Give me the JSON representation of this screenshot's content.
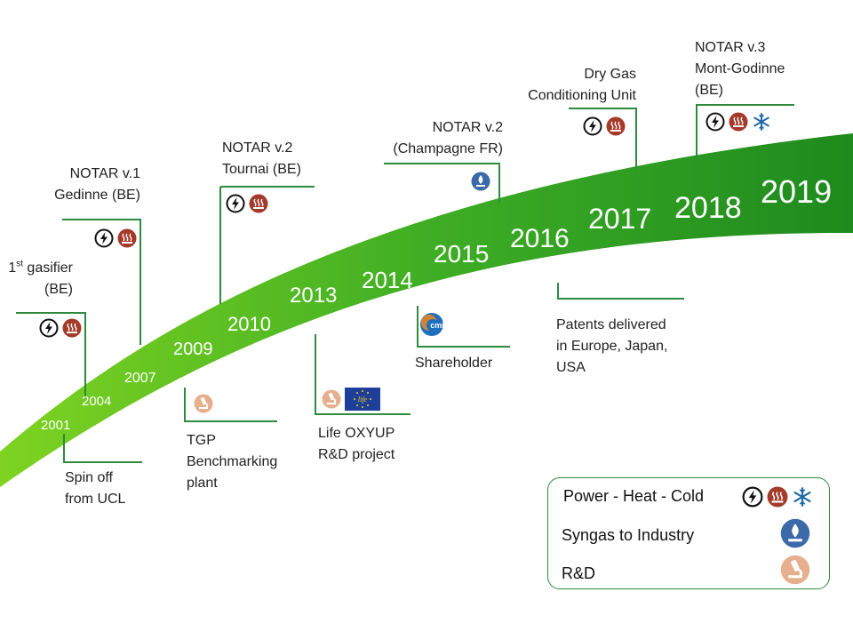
{
  "colors": {
    "arc_start": "#7ed321",
    "arc_end": "#1e8a1e",
    "connector": "#2e8b3e",
    "power": "#111111",
    "heat": "#a33a2a",
    "cold": "#1f6aa5",
    "syngas": "#3c6aa8",
    "rd": "#e6b08e"
  },
  "years": [
    "2001",
    "2004",
    "2007",
    "2009",
    "2010",
    "2013",
    "2014",
    "2015",
    "2016",
    "2017",
    "2018",
    "2019"
  ],
  "milestones": {
    "gasifier": {
      "line1_pre": "1",
      "line1_sup": "st",
      "line1_post": " gasifier",
      "line2": "(BE)"
    },
    "notar_v1": {
      "line1": "NOTAR v.1",
      "line2": "Gedinne (BE)"
    },
    "notar_v2_tournai": {
      "line1": "NOTAR v.2",
      "line2": "Tournai (BE)"
    },
    "notar_v2_champagne": {
      "line1": "NOTAR v.2",
      "line2": "(Champagne FR)"
    },
    "dry_gas": {
      "line1": "Dry Gas",
      "line2": "Conditioning Unit"
    },
    "notar_v3": {
      "line1": "NOTAR v.3",
      "line2": "Mont-Godinne",
      "line3": "(BE)"
    },
    "spin_off": {
      "line1": "Spin off",
      "line2": "from UCL"
    },
    "tgp": {
      "line1": "TGP",
      "line2": "Benchmarking",
      "line3": "plant"
    },
    "life_oxyup": {
      "line1": "Life OXYUP",
      "line2": "R&D project"
    },
    "shareholder": {
      "line1": "Shareholder"
    },
    "patents": {
      "line1": "Patents delivered",
      "line2": "in Europe, Japan,",
      "line3": "USA"
    }
  },
  "logos": {
    "eu_life": "life",
    "cmi": "cmi"
  },
  "legend": {
    "power_heat_cold": "Power - Heat - Cold",
    "syngas": "Syngas to Industry",
    "rd": "R&D"
  },
  "icons": [
    "power-icon",
    "heat-icon",
    "cold-icon",
    "syngas-icon",
    "rd-icon",
    "eu-life-logo",
    "cmi-logo"
  ]
}
